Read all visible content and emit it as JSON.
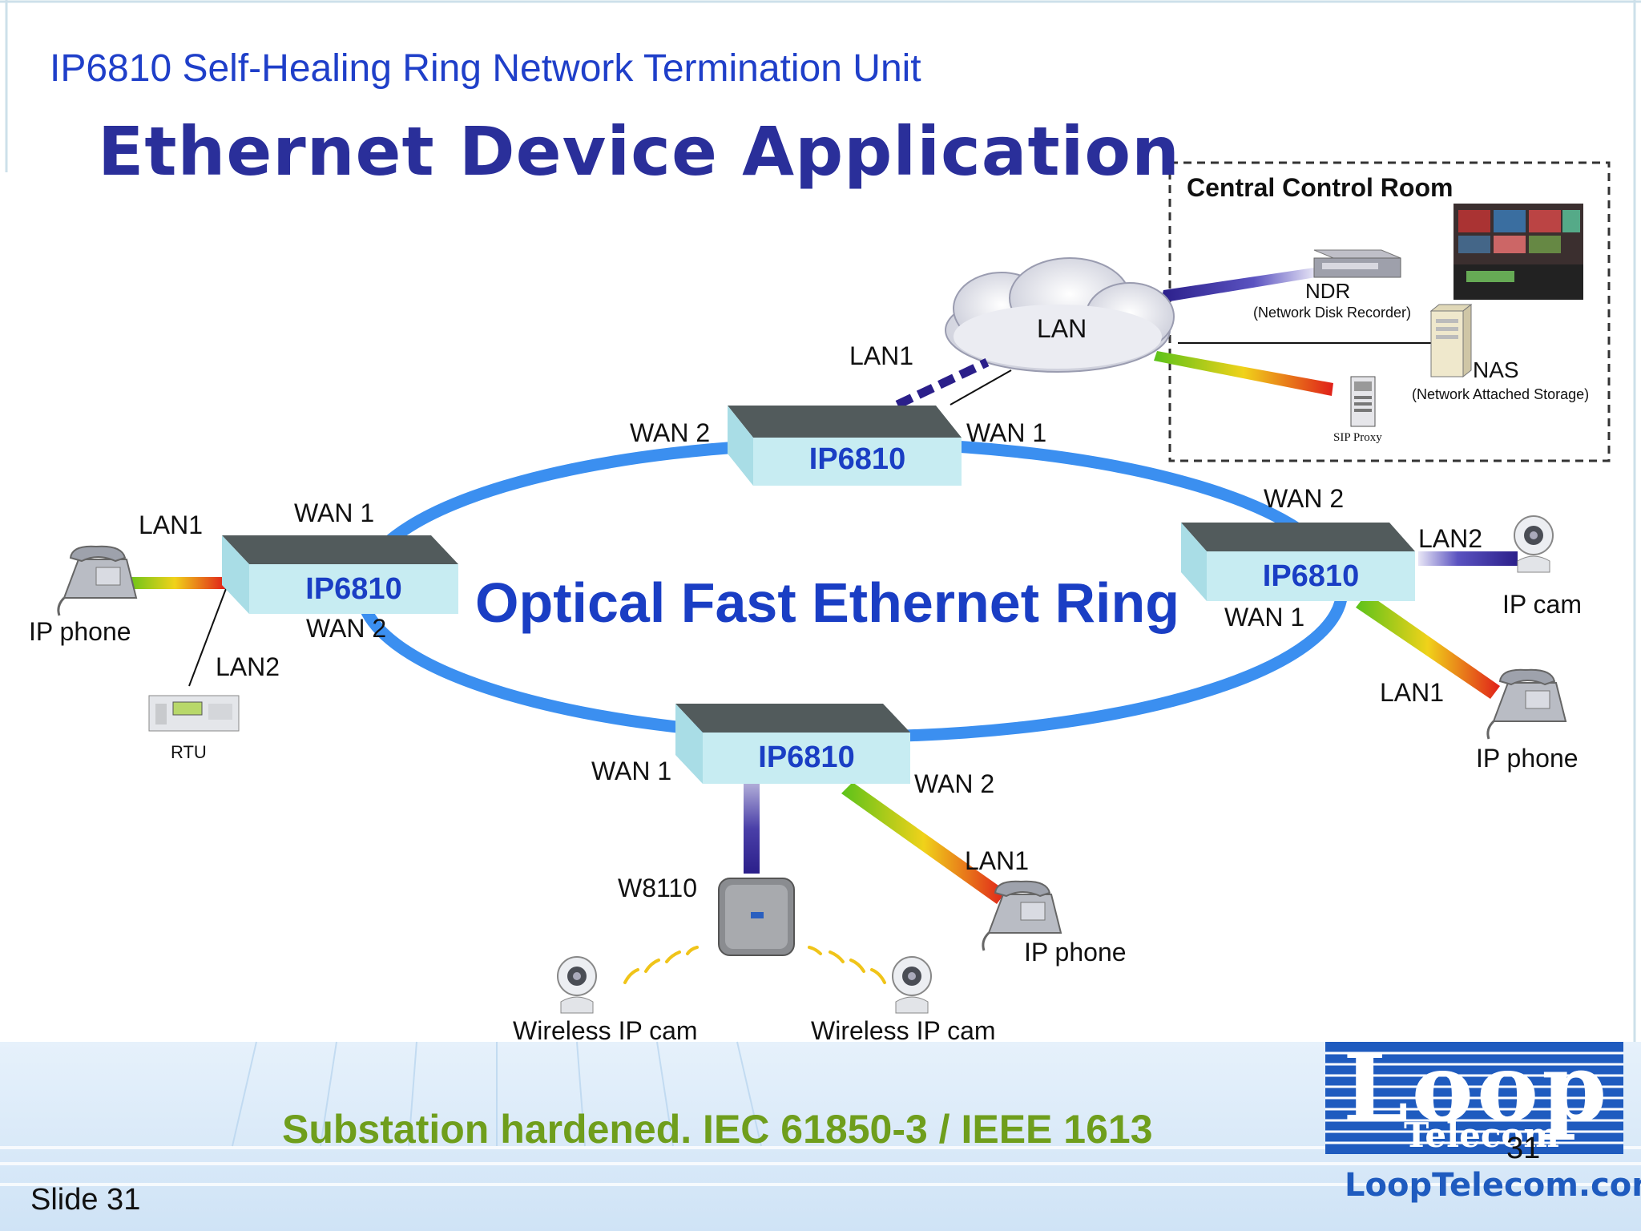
{
  "header": {
    "subtitle": "IP6810 Self-Healing Ring Network Termination Unit",
    "title": "Ethernet Device Application"
  },
  "ring": {
    "label": "Optical Fast Ethernet Ring"
  },
  "control_room": {
    "title": "Central Control Room",
    "lan_cloud": "LAN",
    "ndr": "NDR",
    "ndr_desc": "(Network Disk Recorder)",
    "nas": "NAS",
    "nas_desc": "(Network Attached Storage)",
    "sip_proxy": "SIP Proxy"
  },
  "devices": {
    "top": {
      "name": "IP6810",
      "wan_left": "WAN 2",
      "wan_right": "WAN 1",
      "lan": "LAN1"
    },
    "left": {
      "name": "IP6810",
      "wan_top": "WAN 1",
      "wan_bottom": "WAN 2",
      "lan1": "LAN1",
      "lan2": "LAN2"
    },
    "right": {
      "name": "IP6810",
      "wan_top": "WAN 2",
      "wan_bottom": "WAN 1",
      "lan1": "LAN1",
      "lan2": "LAN2"
    },
    "bottom": {
      "name": "IP6810",
      "wan_left": "WAN 1",
      "wan_right": "WAN 2",
      "lan1": "LAN1"
    }
  },
  "endpoints": {
    "left_phone": "IP phone",
    "rtu": "RTU",
    "right_cam": "IP cam",
    "right_phone": "IP phone",
    "bottom_phone": "IP phone",
    "access_point": "W8110",
    "wireless_cam_1": "Wireless IP cam",
    "wireless_cam_2": "Wireless IP cam"
  },
  "footer": {
    "hardened": "Substation hardened. IEC 61850-3 / IEEE 1613",
    "slide": "Slide 31",
    "page": "31",
    "logo_main": "Loop",
    "logo_sub": "Telecom",
    "logo_url": "LoopTelecom.com"
  },
  "colors": {
    "ring": "#3b8ff0",
    "device_face": "#c7ecf2",
    "device_top": "#525b5c",
    "title_blue": "#2a2f9a",
    "accent_blue": "#1a3ec4",
    "hardened_green": "#6f9e1c",
    "logo_blue": "#1f5bbf"
  },
  "icons": [
    "ip-phone-icon",
    "rtu-icon",
    "ip-cam-icon",
    "wireless-cam-icon",
    "access-point-icon",
    "ndr-icon",
    "nas-icon",
    "sip-proxy-icon",
    "control-room-photo",
    "lan-cloud-icon",
    "wireless-signal-icon"
  ]
}
